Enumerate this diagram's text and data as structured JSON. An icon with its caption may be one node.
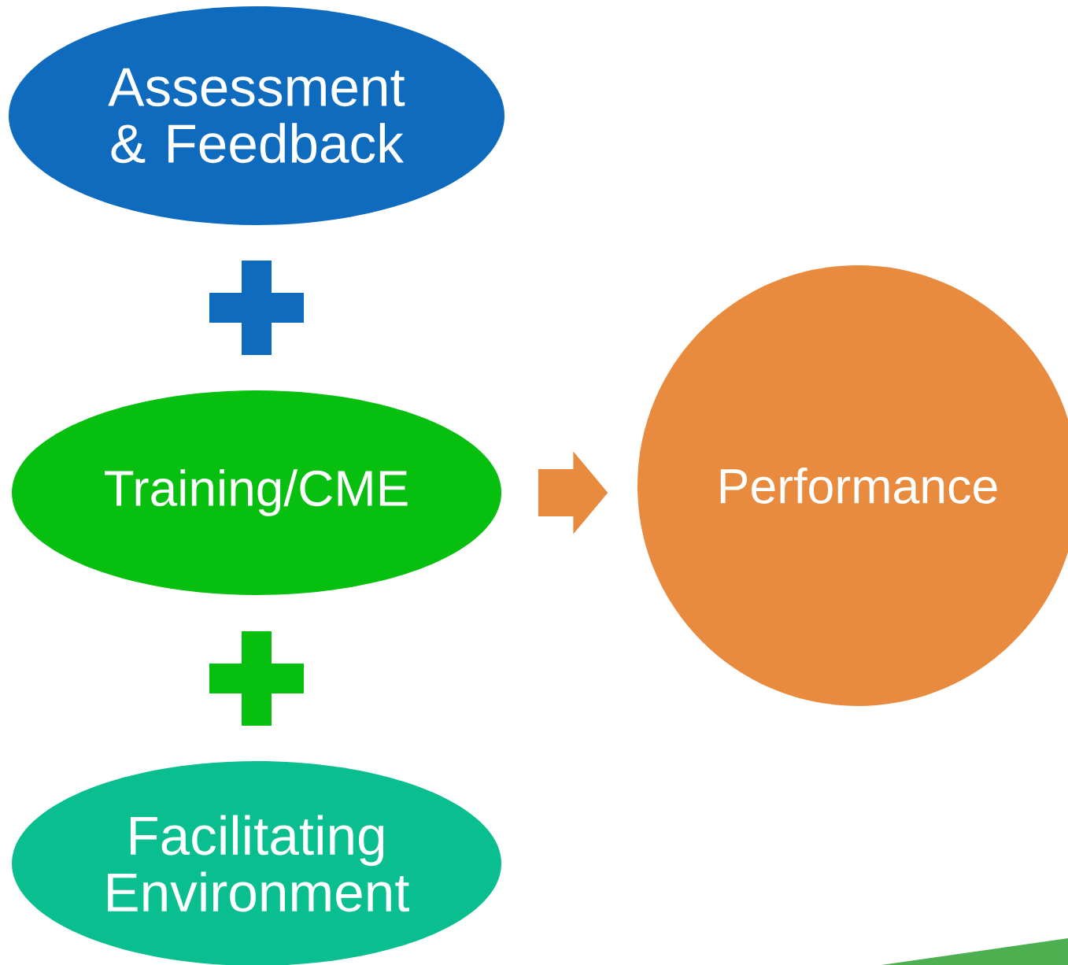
{
  "diagram": {
    "nodes": [
      {
        "text": [
          "Assessment & Feedback"
        ]
      },
      {
        "text": [],
        "shape": "plus"
      },
      {
        "text": [
          "Training/CME"
        ]
      },
      {
        "text": [],
        "shape": "plus"
      },
      {
        "text": [
          "Facilitating Environment"
        ]
      },
      {
        "text": [
          "Performance"
        ]
      }
    ],
    "edges": [
      {
        "from": 2,
        "to": 5,
        "arrow": "to"
      }
    ]
  }
}
